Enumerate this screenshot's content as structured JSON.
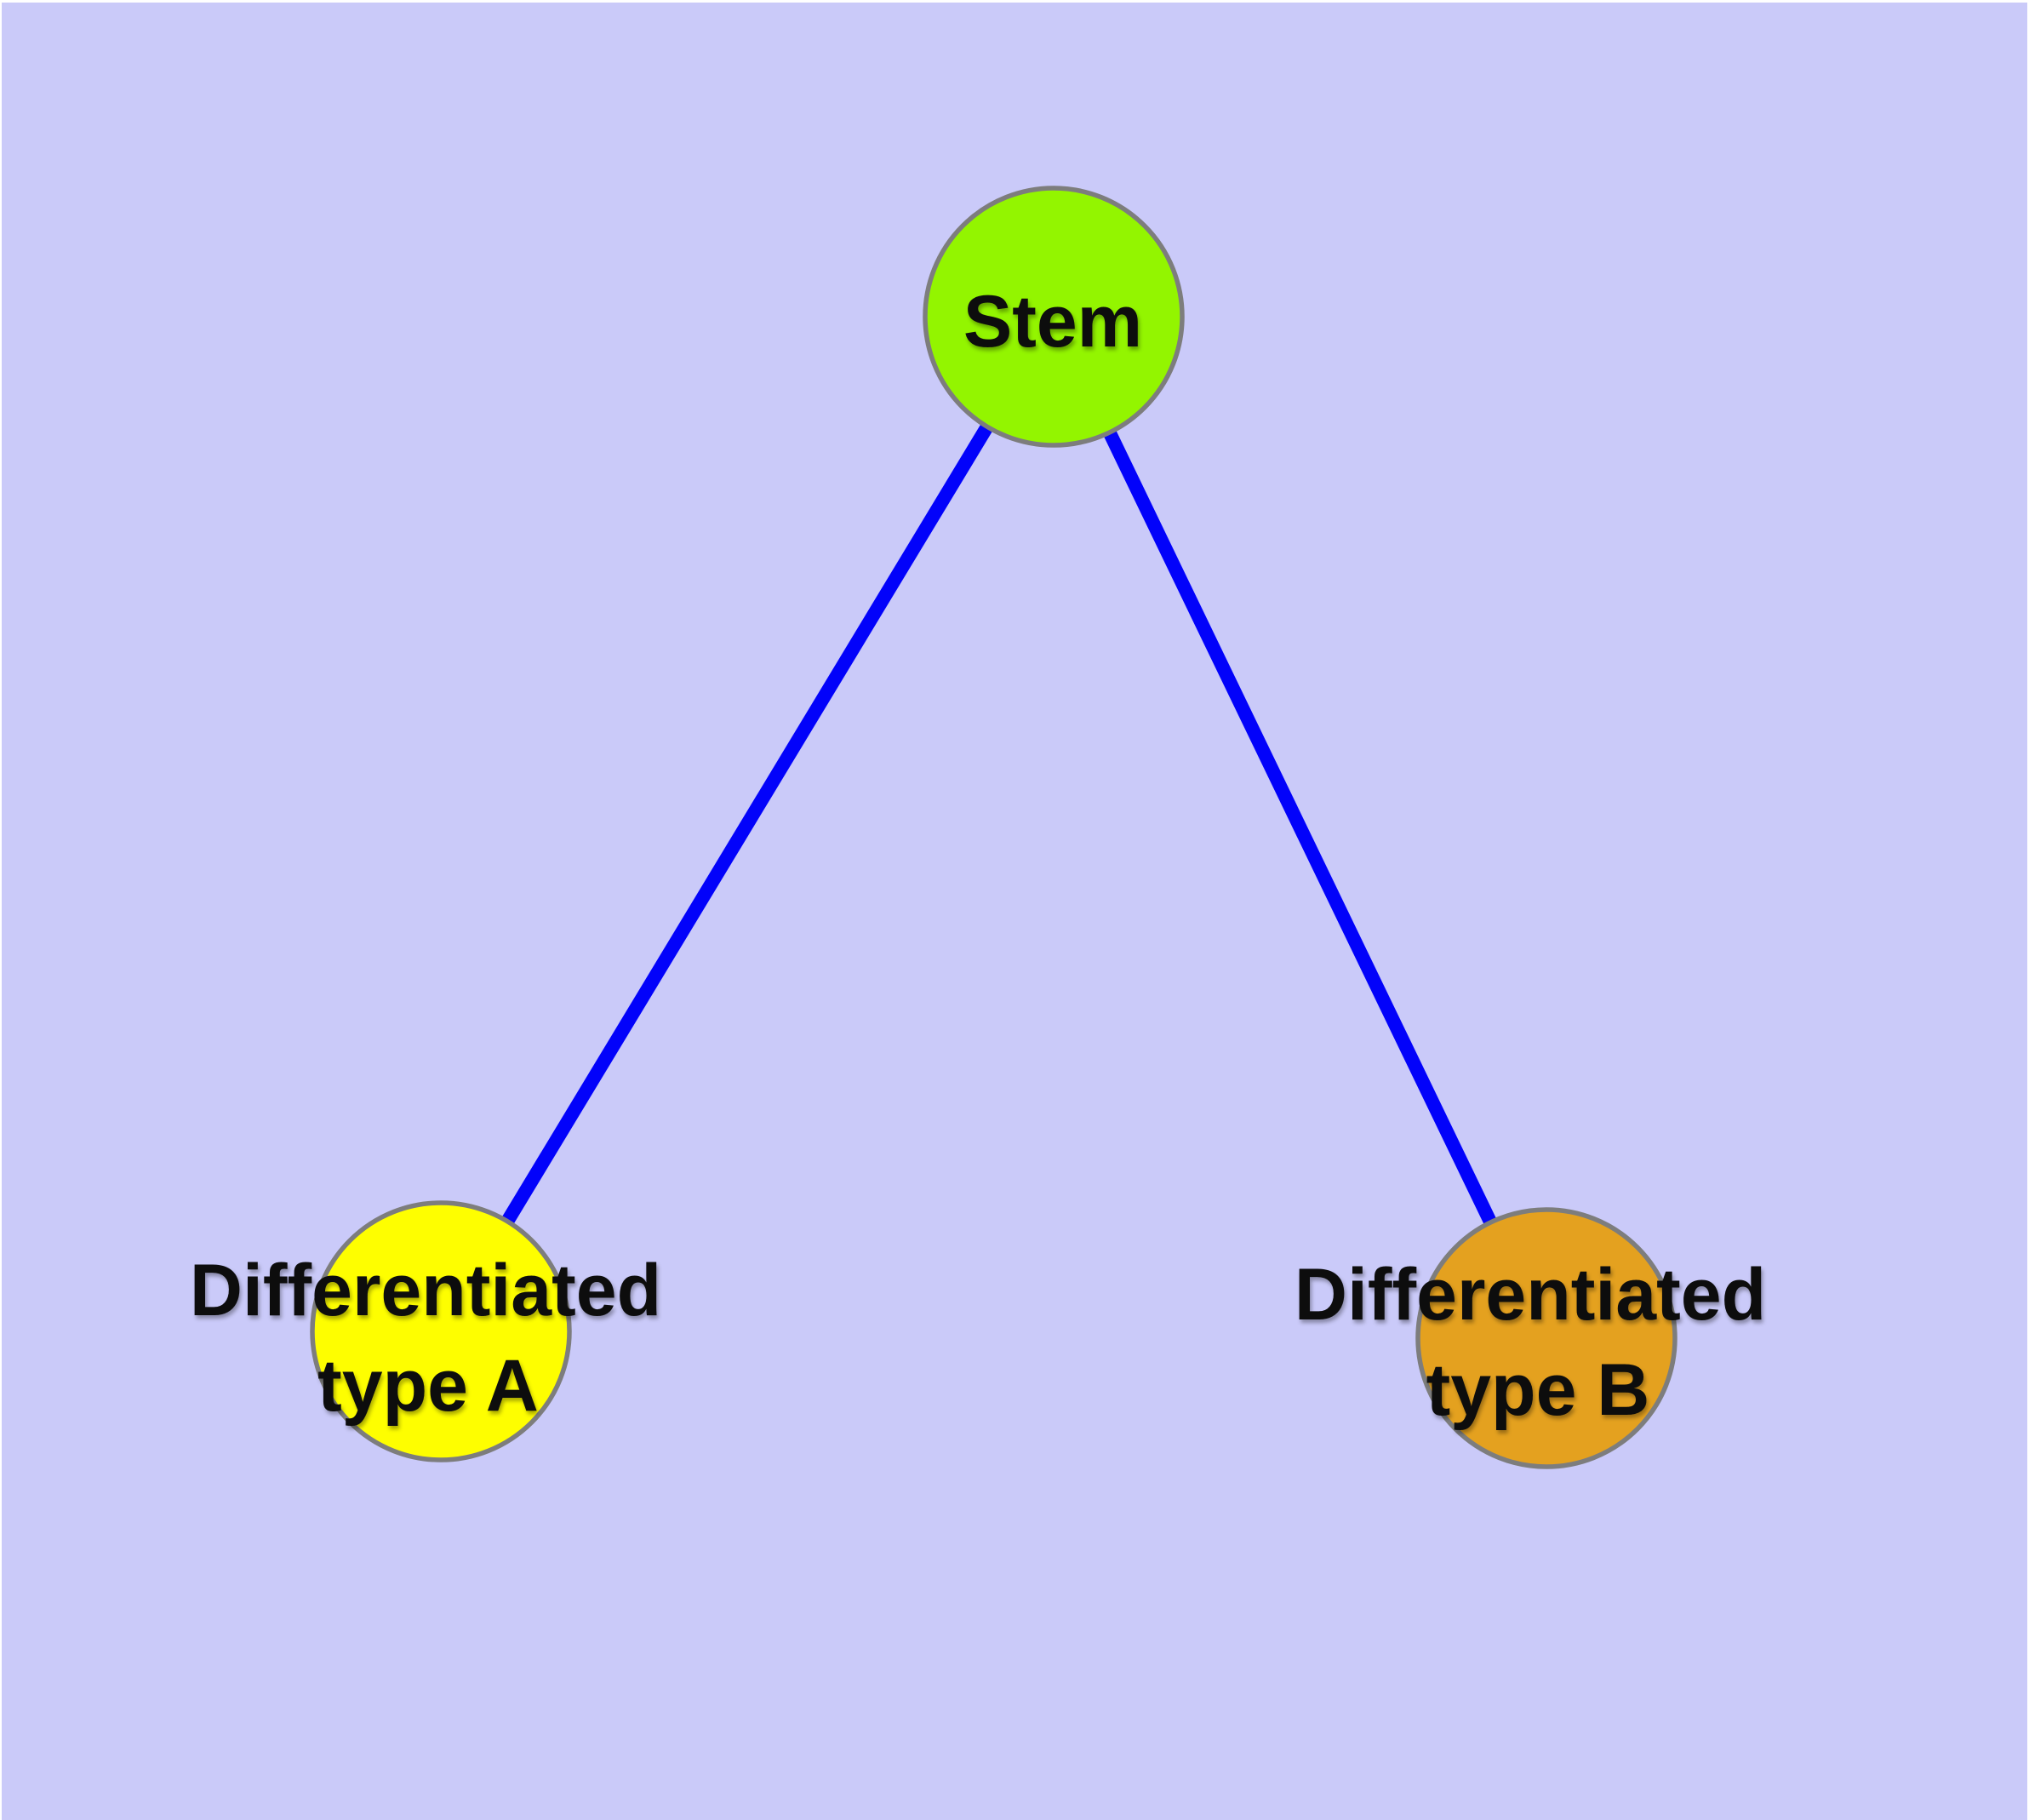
{
  "diagram": {
    "type": "network-graph",
    "background_color": "#cacaf9",
    "page_margin_color": "#ffffff",
    "edge_color": "#0202fa",
    "node_border_color": "#7d7d7d",
    "label_color": "#0a0a0a",
    "nodes": [
      {
        "id": "stem",
        "label": "Stem",
        "color": "#93f500"
      },
      {
        "id": "differentiated-type-a",
        "label": "Differentiated type A",
        "label_line1": "Differentiated",
        "label_line2": "type A",
        "color": "#fefe00"
      },
      {
        "id": "differentiated-type-b",
        "label": "Differentiated type B",
        "label_line1": "Differentiated",
        "label_line2": "type B",
        "color": "#e4a11f"
      }
    ],
    "edges": [
      {
        "from": "stem",
        "to": "differentiated-type-a"
      },
      {
        "from": "stem",
        "to": "differentiated-type-b"
      }
    ]
  }
}
